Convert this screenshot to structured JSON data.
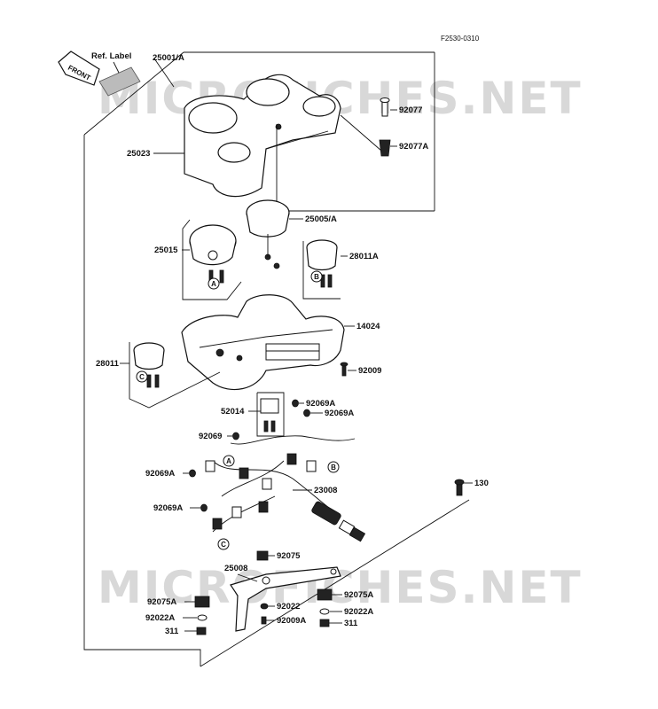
{
  "figure_code": "F2530-0310",
  "ref_label": "Ref. Label",
  "front_label": "FRONT",
  "watermark": "MICROFICHES.NET",
  "parts": {
    "p25001A": "25001/A",
    "p25023": "25023",
    "p92077": "92077",
    "p92077A": "92077A",
    "p25005A": "25005/A",
    "p25015": "25015",
    "p28011A": "28011A",
    "p14024": "14024",
    "p28011": "28011",
    "p92009": "92009",
    "p92069A_top": "92069A",
    "p52014": "52014",
    "p92069A_right": "92069A",
    "p92069": "92069",
    "p92069A_left1": "92069A",
    "p23008": "23008",
    "p130": "130",
    "p92069A_left2": "92069A",
    "p92075": "92075",
    "p25008": "25008",
    "p92075A_left": "92075A",
    "p92075A_right": "92075A",
    "p92022": "92022",
    "p92022A_left": "92022A",
    "p92022A_right": "92022A",
    "p92009A": "92009A",
    "p311_left": "311",
    "p311_right": "311"
  },
  "connector_letters": {
    "a": "A",
    "b": "B",
    "c": "C"
  }
}
